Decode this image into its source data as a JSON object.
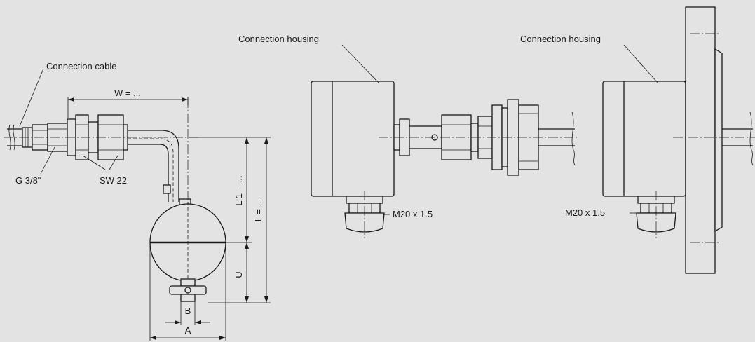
{
  "view_left": {
    "cable_label": "Connection cable",
    "thread_label": "G 3/8\"",
    "wrench_label": "SW 22",
    "dim_w": "W = ...",
    "dim_l1": "L 1 = ...",
    "dim_l": "L = ...",
    "dim_u": "U",
    "dim_b": "B",
    "dim_a": "A"
  },
  "view_middle": {
    "housing_label": "Connection housing",
    "gland_label": "M20 x 1.5"
  },
  "view_right": {
    "housing_label": "Connection housing",
    "gland_label": "M20 x 1.5"
  }
}
